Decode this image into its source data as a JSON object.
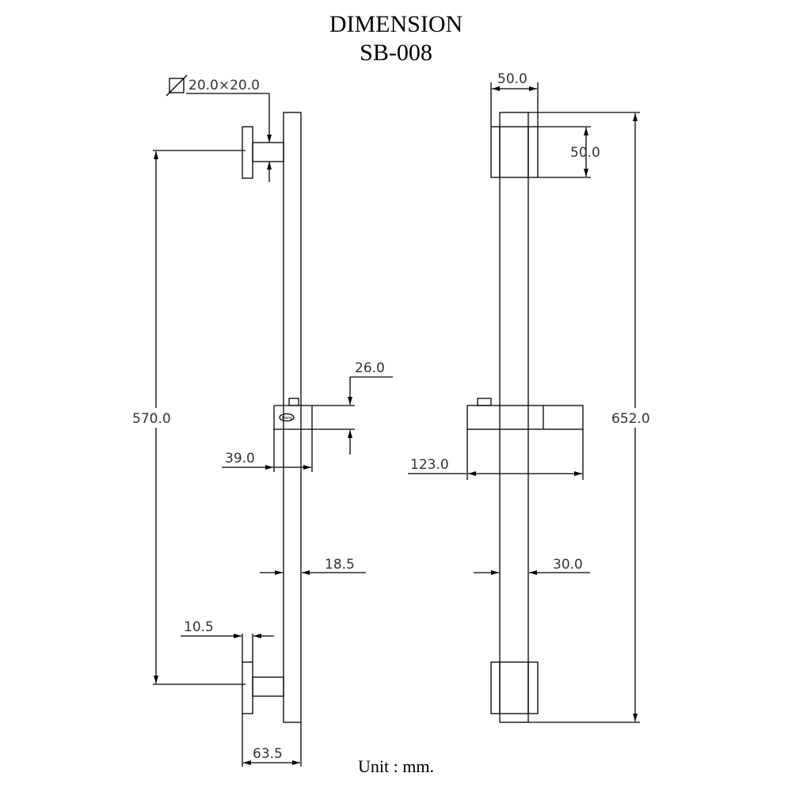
{
  "title": "DIMENSION",
  "model": "SB-008",
  "unit": "Unit : mm.",
  "side_view": {
    "bracket_section": "20.0×20.0",
    "slider_height": "26.0",
    "slider_depth": "39.0",
    "bar_depth": "18.5",
    "mount_spacing": "570.0",
    "flange_thickness": "10.5",
    "wall_projection": "63.5",
    "brand_mark": "Hang"
  },
  "front_view": {
    "mount_width": "50.0",
    "mount_height": "50.0",
    "slider_width": "123.0",
    "bar_width": "30.0",
    "overall_length": "652.0"
  }
}
